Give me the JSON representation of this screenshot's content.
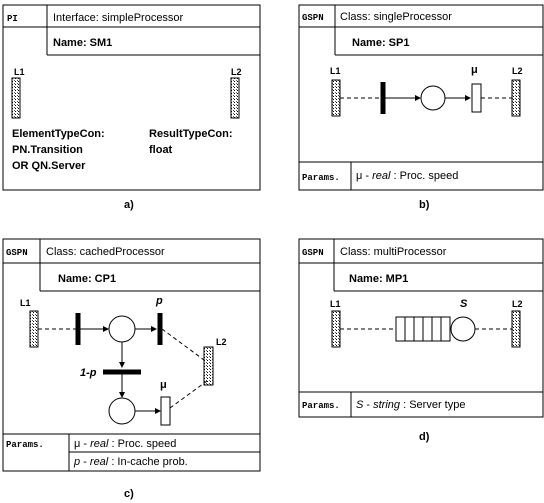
{
  "panel_a": {
    "tag": "PI",
    "title": "Interface: simpleProcessor",
    "name": "Name: SM1",
    "port_left": "L1",
    "port_right": "L2",
    "element_type_lines": [
      "ElementTypeCon:",
      "PN.Transition",
      "OR QN.Server"
    ],
    "result_type_lines": [
      "ResultTypeCon:",
      "float"
    ],
    "caption": "a)"
  },
  "panel_b": {
    "tag": "GSPN",
    "title": "Class: singleProcessor",
    "name": "Name: SP1",
    "port_left": "L1",
    "port_right": "L2",
    "mu_label": "μ",
    "params_tag": "Params.",
    "param_1_sym": "μ",
    "param_1_type": "real",
    "param_1_desc": ": Proc. speed",
    "caption": "b)"
  },
  "panel_c": {
    "tag": "GSPN",
    "title": "Class: cachedProcessor",
    "name": "Name: CP1",
    "port_left": "L1",
    "port_right": "L2",
    "p_label": "p",
    "one_minus_p_label": "1-p",
    "mu_label": "μ",
    "params_tag": "Params.",
    "param_1_sym": "μ",
    "param_1_type": "real",
    "param_1_desc": ": Proc. speed",
    "param_2_sym": "p",
    "param_2_type": "real",
    "param_2_desc": ": In-cache prob.",
    "caption": "c)"
  },
  "panel_d": {
    "tag": "GSPN",
    "title": "Class: multiProcessor",
    "name": "Name: MP1",
    "port_left": "L1",
    "port_right": "L2",
    "s_label": "S",
    "params_tag": "Params.",
    "param_1_sym": "S",
    "param_1_type": "string",
    "param_1_desc": ": Server type",
    "caption": "d)"
  }
}
